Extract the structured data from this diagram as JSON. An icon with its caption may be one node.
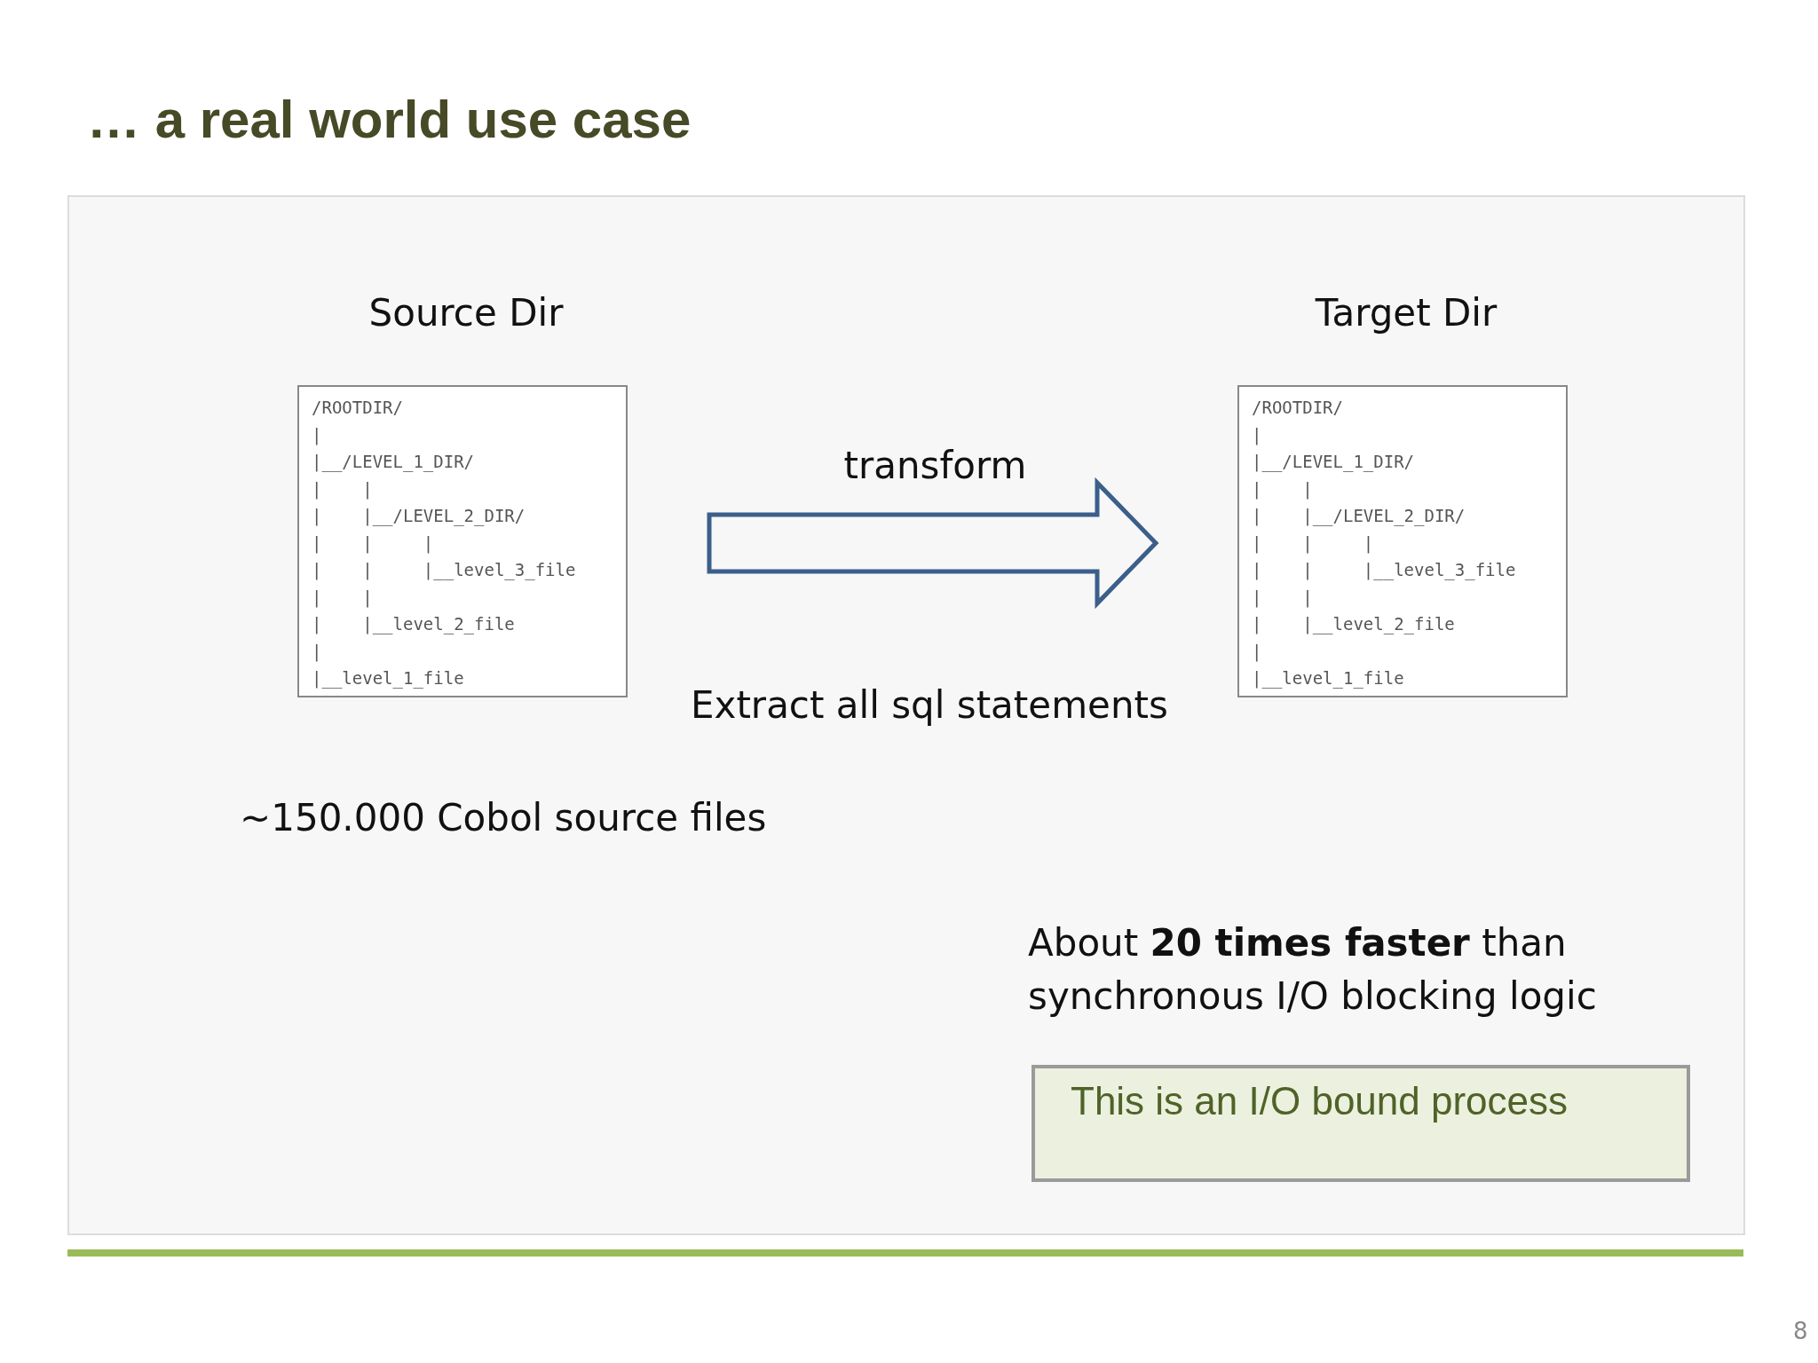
{
  "diagram": {
    "title": "… a real world use case",
    "nodes": [
      {
        "text": [
          "Source Dir",
          "/ROOTDIR/",
          "|",
          "|__/LEVEL_1_DIR/",
          "|    |",
          "|    |__/LEVEL_2_DIR/",
          "|    |     |",
          "|    |     |__level_3_file",
          "|    |",
          "|    |__level_2_file",
          "|",
          "|__level_1_file"
        ]
      },
      {
        "text": [
          "Target Dir",
          "/ROOTDIR/",
          "|",
          "|__/LEVEL_1_DIR/",
          "|    |",
          "|    |__/LEVEL_2_DIR/",
          "|    |     |",
          "|    |     |__level_3_file",
          "|    |",
          "|    |__level_2_file",
          "|",
          "|__level_1_file"
        ]
      },
      {
        "text": [
          "This is an I/O bound process"
        ]
      }
    ],
    "edges": [
      {
        "from": 0,
        "to": 1,
        "arrow": "to",
        "label": "transform"
      }
    ],
    "labels": [
      "Extract all sql statements",
      "~150.000 Cobol source files",
      "About **20 times faster** than synchronous I/O blocking logic",
      "8"
    ]
  }
}
